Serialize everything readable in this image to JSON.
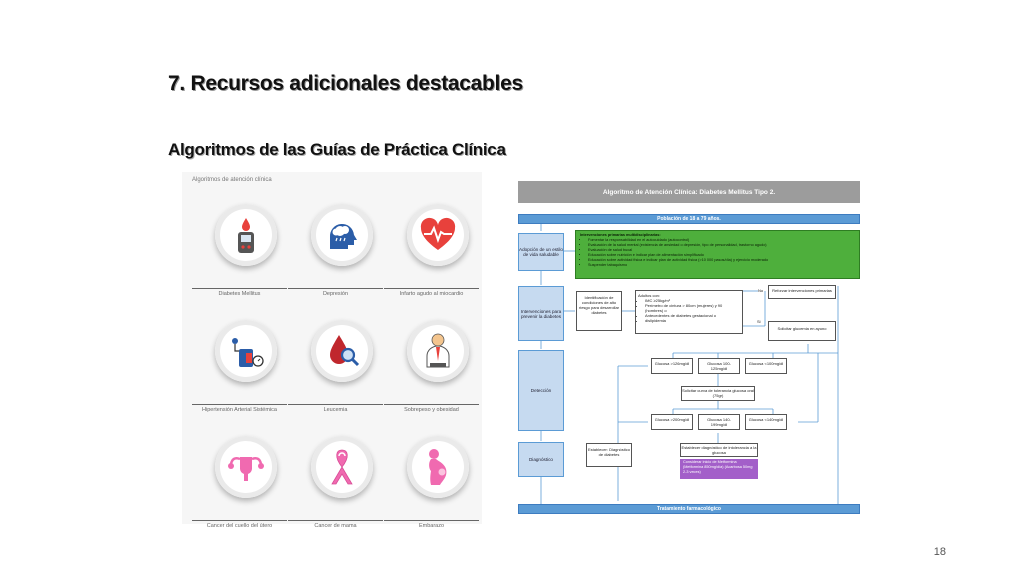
{
  "slide": {
    "title": "7. Recursos adicionales destacables",
    "subtitle": "Algoritmos de las Guías de Práctica Clínica",
    "page_number": "18"
  },
  "left_panel": {
    "title": "Algoritmos de atención clínica",
    "items": [
      {
        "label": "Diabetes Mellitus",
        "icon": "glucometer-icon"
      },
      {
        "label": "Depresión",
        "icon": "head-raincloud-icon"
      },
      {
        "label": "Infarto agudo al miocardio",
        "icon": "heart-pulse-icon"
      },
      {
        "label": "Hipertensión Arterial Sistémica",
        "icon": "blood-pressure-monitor-icon"
      },
      {
        "label": "Leucemia",
        "icon": "blood-drop-magnifier-icon"
      },
      {
        "label": "Sobrepeso y obesidad",
        "icon": "overweight-person-icon"
      },
      {
        "label": "Cancer del cuello del útero",
        "icon": "uterus-icon"
      },
      {
        "label": "Cancer de mama",
        "icon": "pink-ribbon-icon"
      },
      {
        "label": "Embarazo",
        "icon": "pregnant-woman-icon"
      }
    ],
    "colors": {
      "red": "#e8413c",
      "blue": "#2b5da8",
      "pink": "#f06ab0"
    }
  },
  "flowchart": {
    "header": "Algoritmo de Atención Clínica: Diabetes Mellitus Tipo 2.",
    "population_bar": "Población de 18 a 79 años.",
    "treatment_bar": "Tratamiento farmacológico",
    "stages": [
      "Adopción de un estilo de vida saludable",
      "Intervenciones para prevenir la diabetes",
      "Detección",
      "Diagnóstico"
    ],
    "primary_interventions": {
      "title": "Intervenciones primarias multidisciplinarias:",
      "items": [
        "Fomentar la responsabilidad en el autocuidado (autocontrol)",
        "Evaluación de la salud mental (existencia de ansiedad o depresión, tipo de personalidad, trastorno agudo)",
        "Evaluación de salud bucal",
        "Educación sobre nutrición e indicar plan de alimentación simplificado",
        "Educación sobre actividad física e indicar plan de actividad física (>10 000 pasos/día) y ejercicio moderado",
        "Suspender tabaquismo"
      ]
    },
    "risk_box": "Identificación de condiciones de alto riesgo para desarrollar diabetes",
    "adults_box": {
      "title": "Adultos con:",
      "items": [
        "IMC ≥25kg/m²",
        "Perímetro de cintura > 80cm (mujeres) y 90 (hombres) o",
        "Antecedentes de diabetes gestacional o",
        "dislipidemia"
      ]
    },
    "no_label": "No",
    "si_label": "Si",
    "reinforce_box": "Reforzar intervenciones primarias",
    "fasting_box": "Solicitar glucemia en ayuno",
    "glucose_row1": [
      "Glucosa >126mg/dl",
      "Glucosa 100-125mg/dl",
      "Glucosa <100mg/dl"
    ],
    "tolerance_box": "Solicitar curva de tolerancia glucosa oral (75gr)",
    "glucose_row2": [
      "Glucosa >200mg/dl",
      "Glucosa 140-199mg/dl",
      "Glucosa <140mg/dl"
    ],
    "diagnosis_box": "Establecer: Diagnóstico de diabetes",
    "intolerance_box": "Establecer diagnóstico de intolerancia a la glucosa",
    "metformin_box": "Considerar inicio de Metformina (Metformina 850mg/día) (Acarbosa 50mg 2-3 veces)"
  }
}
